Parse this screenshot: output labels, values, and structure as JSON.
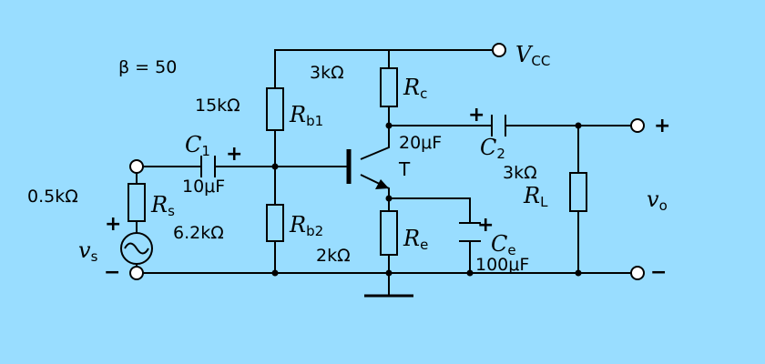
{
  "diagram": {
    "background": "#99ddff",
    "beta": "β = 50",
    "vcc": {
      "symbol": "V",
      "sub": "CC"
    },
    "rc": {
      "value": "3kΩ",
      "symbol": "R",
      "sub": "c"
    },
    "rb1": {
      "value": "15kΩ",
      "symbol": "R",
      "sub": "b1"
    },
    "rb2": {
      "value": "6.2kΩ",
      "symbol": "R",
      "sub": "b2"
    },
    "re": {
      "value": "2kΩ",
      "symbol": "R",
      "sub": "e"
    },
    "rs": {
      "value": "0.5kΩ",
      "symbol": "R",
      "sub": "s"
    },
    "rl": {
      "value": "3kΩ",
      "symbol": "R",
      "sub": "L"
    },
    "c1": {
      "value": "10μF",
      "symbol": "C",
      "sub": "1"
    },
    "c2": {
      "value": "20μF",
      "symbol": "C",
      "sub": "2"
    },
    "ce": {
      "value": "100μF",
      "symbol": "C",
      "sub": "e"
    },
    "transistor": "T",
    "source": {
      "symbol": "v",
      "sub": "s"
    },
    "output": {
      "symbol": "v",
      "sub": "o"
    },
    "plus": "+",
    "minus": "−"
  }
}
